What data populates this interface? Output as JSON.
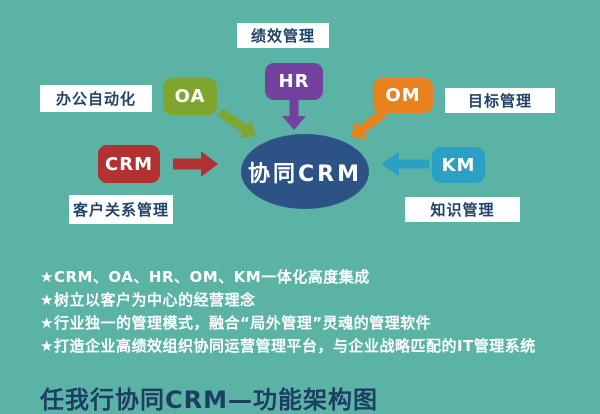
{
  "colors": {
    "background": "#5BB3A6",
    "ellipse_blue": "#2D5386",
    "oa_green": "#7FA52F",
    "hr_purple": "#74419F",
    "om_orange": "#E8821E",
    "crm_red": "#B23131",
    "km_cyan": "#2AA0C4",
    "label_box_bg": "#FFFFFF",
    "label_text_navy": "#1F4468",
    "bullet_text_white": "#FFFFFF",
    "title_text_navy": "#1C3E63"
  },
  "diagram": {
    "center": {
      "label": "协同CRM"
    },
    "nodes": {
      "oa": {
        "label": "OA"
      },
      "hr": {
        "label": "HR"
      },
      "om": {
        "label": "OM"
      },
      "crm": {
        "label": "CRM"
      },
      "km": {
        "label": "KM"
      }
    },
    "labels": {
      "performance": "绩效管理",
      "office": "办公自动化",
      "target": "目标管理",
      "customer": "客户关系管理",
      "knowledge": "知识管理"
    }
  },
  "bullets": [
    "★CRM、OA、HR、OM、KM一体化高度集成",
    "★树立以客户为中心的经营理念",
    "★行业独一的管理模式，融合“局外管理”灵魂的管理软件",
    "★打造企业高绩效组织协同运营管理平台，与企业战略匹配的IT管理系统"
  ],
  "title": "任我行协同CRM—功能架构图"
}
